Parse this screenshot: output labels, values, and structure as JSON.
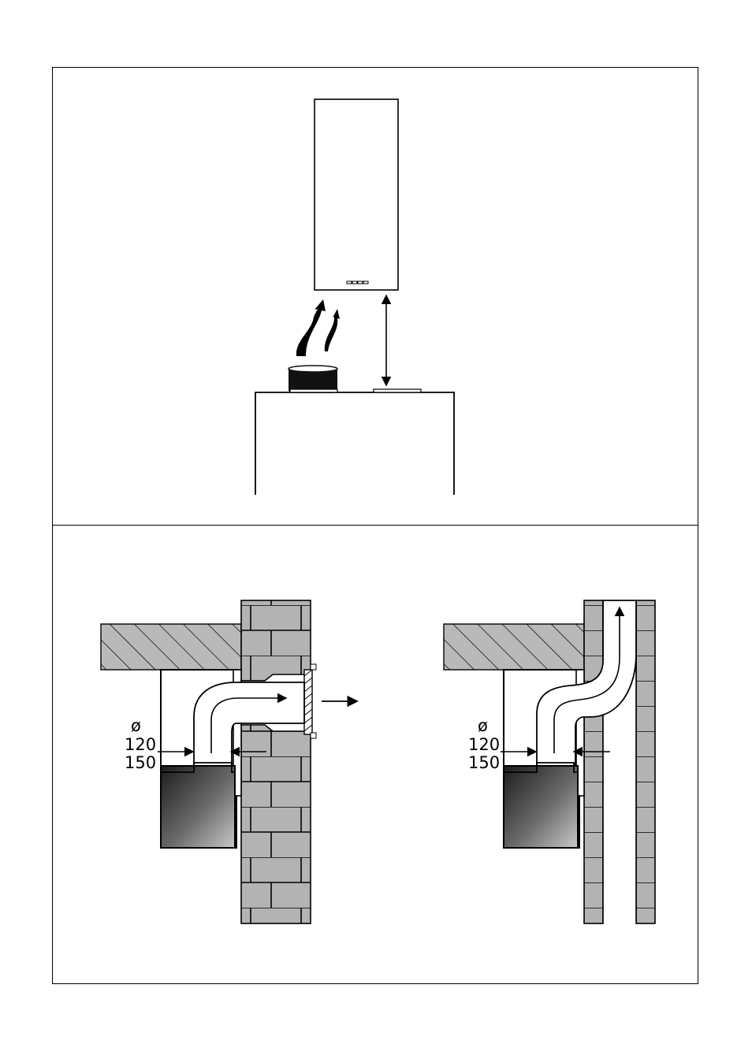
{
  "diagram": {
    "top_panel": {
      "name": "hood-height-above-cooktop"
    },
    "bottom_panel": {
      "left_figure": {
        "diameter_symbol": "ø",
        "diameter_1": "120",
        "diameter_2": "150"
      },
      "right_figure": {
        "diameter_symbol": "ø",
        "diameter_1": "120",
        "diameter_2": "150"
      }
    }
  }
}
